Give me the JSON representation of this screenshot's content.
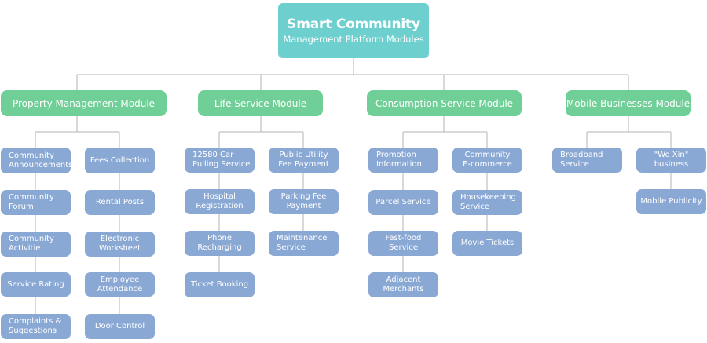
{
  "root": {
    "title": "Smart Community",
    "subtitle": "Management Platform Modules"
  },
  "modules": [
    {
      "label": "Property Management Module",
      "columns": [
        [
          "Community\nAnnouncements",
          "Community\nForum",
          "Community\nActivitie",
          "Service Rating",
          "Complaints &\nSuggestions"
        ],
        [
          "Fees Collection",
          "Rental Posts",
          "Electronic\nWorksheet",
          "Employee\nAttendance",
          "Door Control"
        ]
      ]
    },
    {
      "label": "Life Service Module",
      "columns": [
        [
          "12580 Car\nPulling Service",
          "Hospital\nRegistration",
          "Phone\nRecharging",
          "Ticket Booking"
        ],
        [
          "Public Utility\nFee Payment",
          "Parking Fee\nPayment",
          "Maintenance\nService"
        ]
      ]
    },
    {
      "label": "Consumption Service Module",
      "columns": [
        [
          "Promotion\nInformation",
          "Parcel Service",
          "Fast-food\nService",
          "Adjacent\nMerchants"
        ],
        [
          "Community\nE-commerce",
          "Housekeeping\nService",
          "Movie Tickets"
        ]
      ]
    },
    {
      "label": "Mobile Businesses Module",
      "columns": [
        [
          "Broadband\nService"
        ],
        [
          "\"Wo Xin\"\nbusiness",
          "Mobile Publicity"
        ]
      ]
    }
  ]
}
